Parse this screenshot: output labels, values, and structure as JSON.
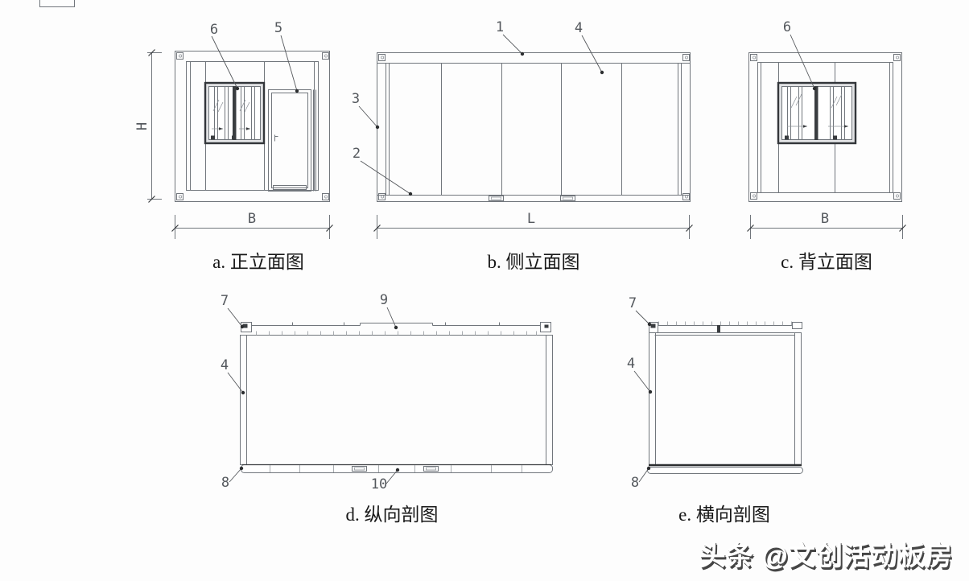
{
  "figures": [
    {
      "id": "a",
      "caption": "a. 正立面图",
      "dims": {
        "height": "H",
        "width": "B"
      },
      "callouts": {
        "c6": "6",
        "c5": "5"
      }
    },
    {
      "id": "b",
      "caption": "b. 侧立面图",
      "dims": {
        "width": "L"
      },
      "callouts": {
        "c1": "1",
        "c4": "4",
        "c3": "3",
        "c2": "2"
      }
    },
    {
      "id": "c",
      "caption": "c. 背立面图",
      "dims": {
        "width": "B"
      },
      "callouts": {
        "c6": "6"
      }
    },
    {
      "id": "d",
      "caption": "d. 纵向剖图",
      "callouts": {
        "c7": "7",
        "c9": "9",
        "c4": "4",
        "c8": "8",
        "c10": "10"
      }
    },
    {
      "id": "e",
      "caption": "e. 横向剖图",
      "callouts": {
        "c7": "7",
        "c4": "4",
        "c8": "8"
      }
    }
  ],
  "watermark": {
    "text": "头条 @文创活动板房"
  },
  "colors": {
    "line": "#71767c",
    "dark_frame": "#33363a",
    "caption": "#181818",
    "label": "#54585d",
    "watermark_fill": "#ffffff",
    "watermark_shadow": "#454545"
  }
}
